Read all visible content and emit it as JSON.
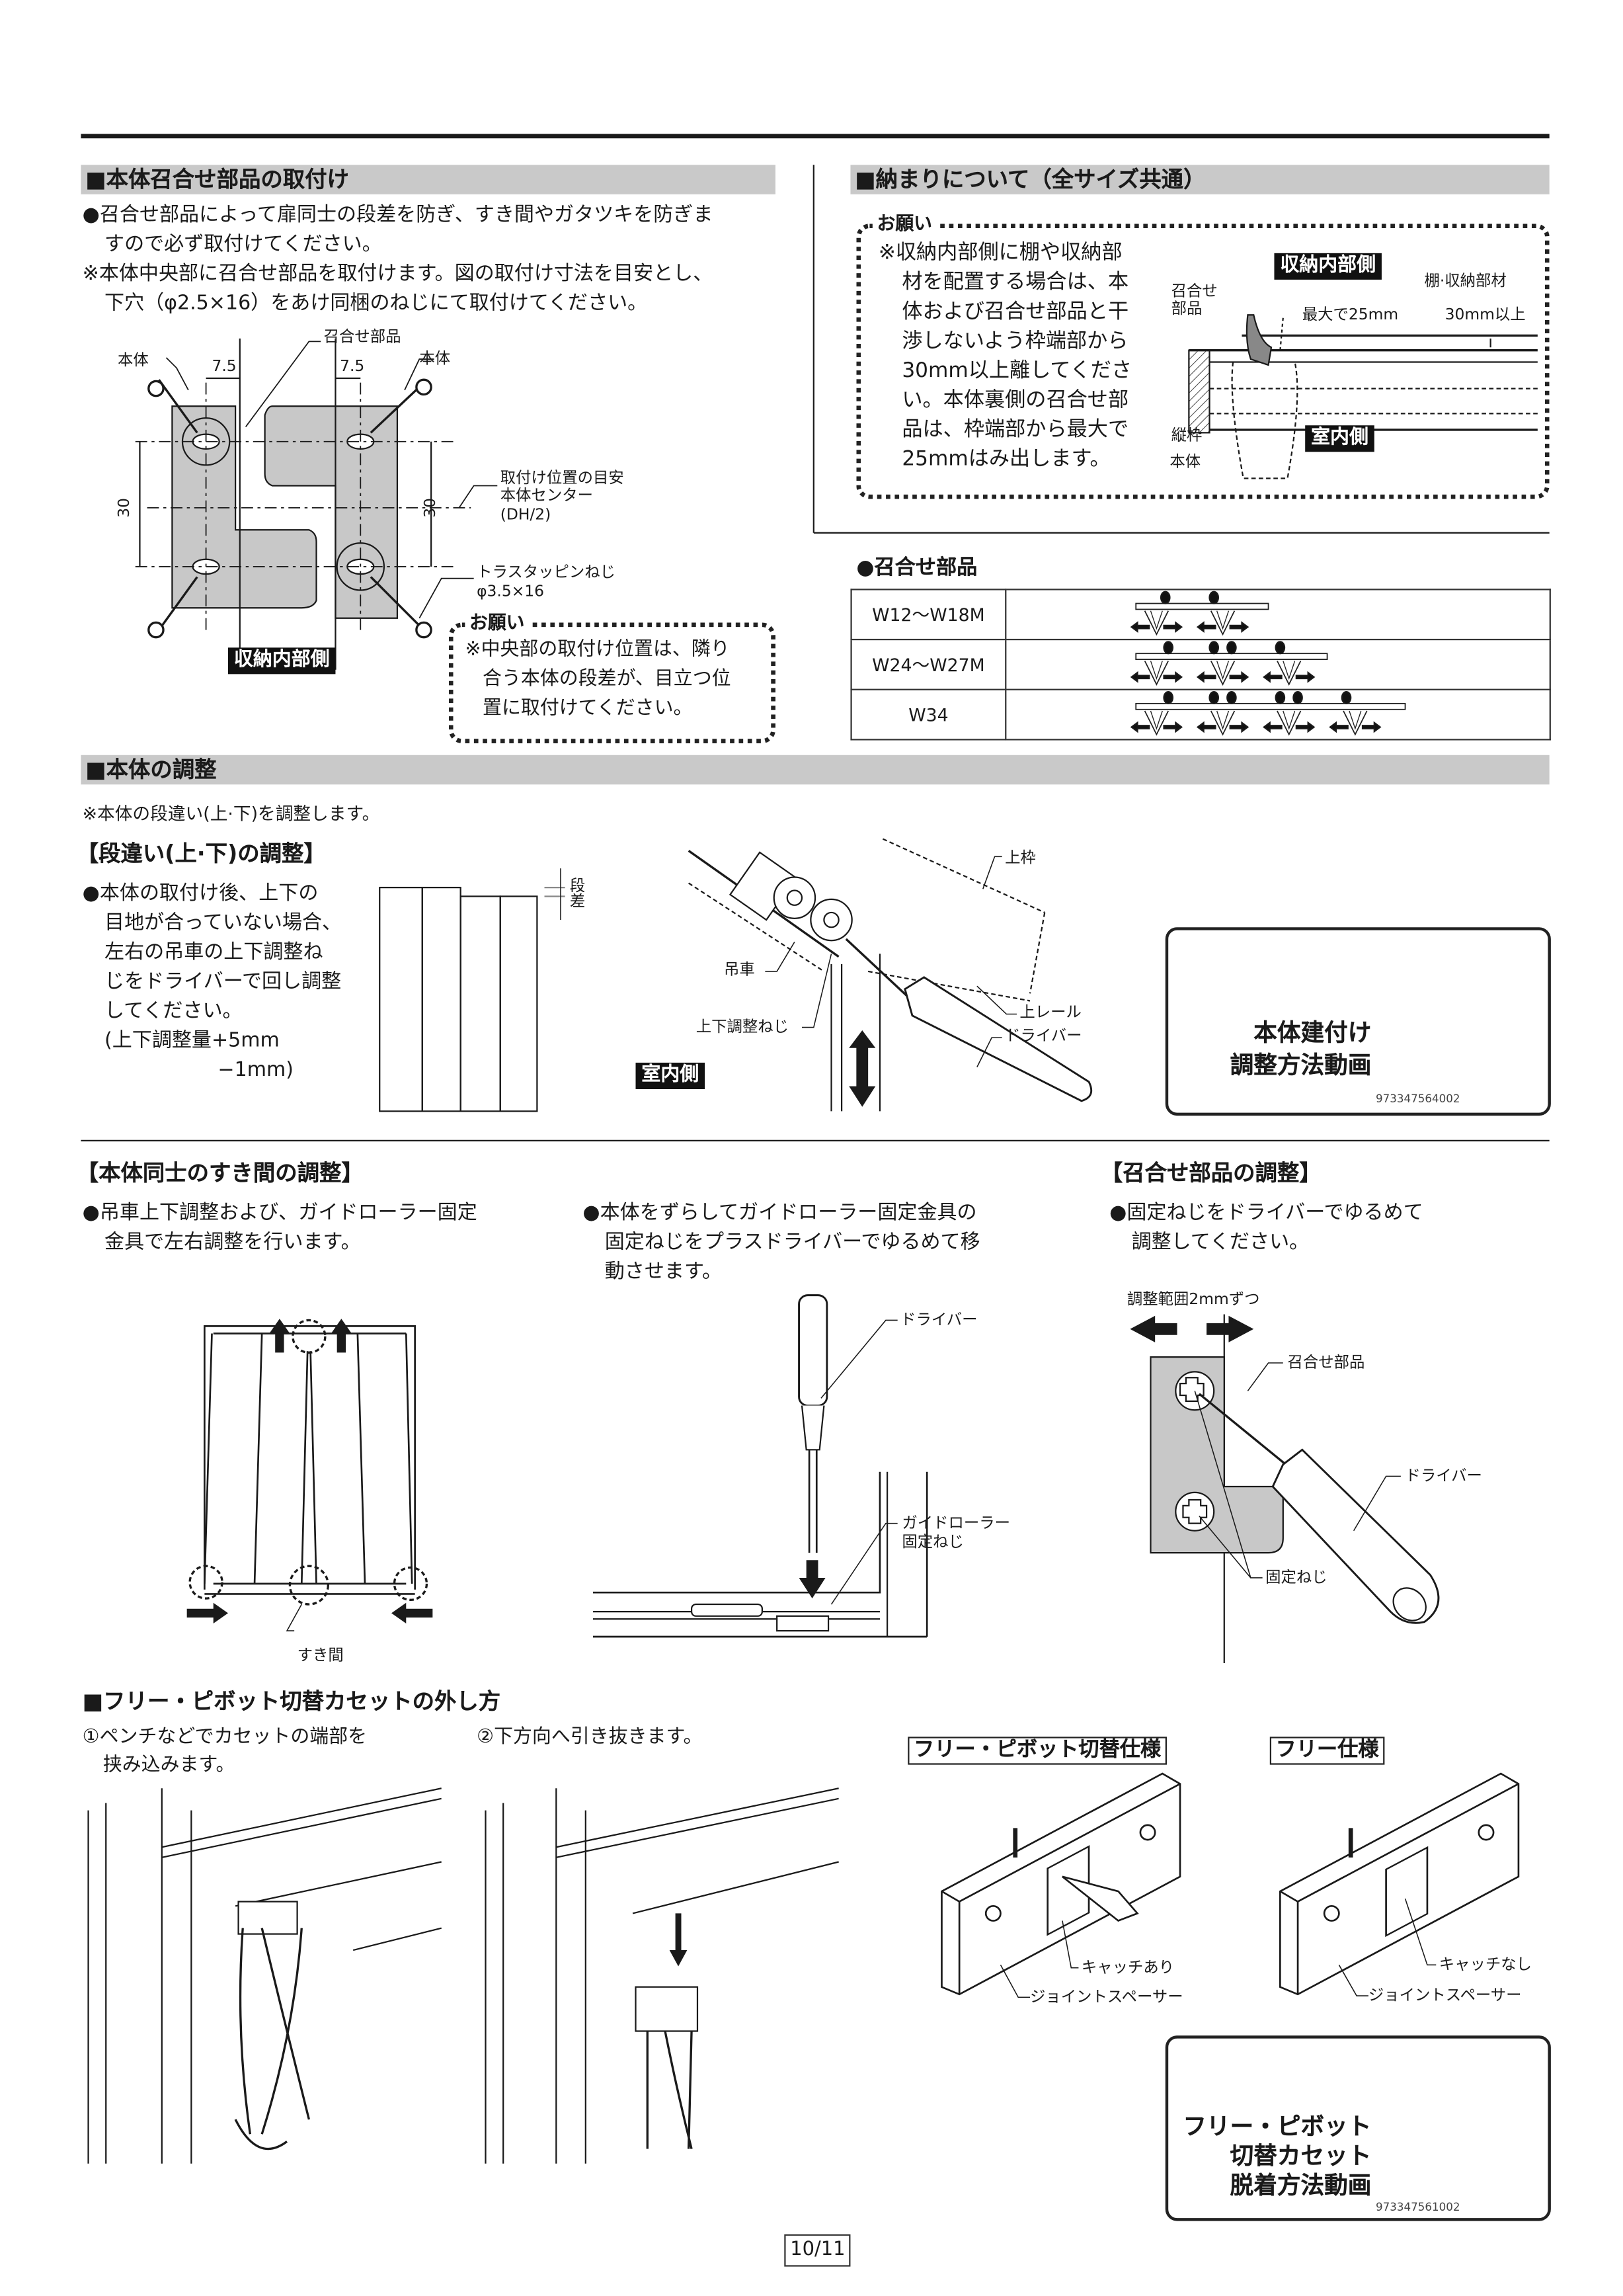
{
  "page_number": "10/11",
  "sec_attach": {
    "title": "■本体召合せ部品の取付け",
    "lines": [
      "●召合せ部品によって扉同士の段差を防ぎ、すき間やガタツキを防ぎま",
      "すので必ず取付けてください。",
      "※本体中央部に召合せ部品を取付けます。図の取付け寸法を目安とし、",
      "下穴（φ2.5×16）をあけ同梱のねじにて取付けてください。"
    ],
    "figure": {
      "body_left": "本体",
      "body_right": "本体",
      "part": "召合せ部品",
      "dim_left": "7.5",
      "dim_right": "7.5",
      "dim_v_left": "30",
      "dim_v_right": "30",
      "guide": [
        "取付け位置の目安",
        "本体センター",
        "(DH/2)"
      ],
      "screw": [
        "トラスタッピンねじ",
        "φ3.5×16"
      ],
      "side": "収納内部側"
    },
    "note": {
      "title": "お願い",
      "lines": [
        "※中央部の取付け位置は、隣り",
        "合う本体の段差が、目立つ位",
        "置に取付けてください。"
      ]
    }
  },
  "sec_fit": {
    "title": "■納まりについて（全サイズ共通）",
    "note_title": "お願い",
    "note_lines": [
      "※収納内部側に棚や収納部",
      "材を配置する場合は、本",
      "体および召合せ部品と干",
      "渉しないよう枠端部から",
      "30mm以上離してくださ",
      "い。本体裏側の召合せ部",
      "品は、枠端部から最大で",
      "25mmはみ出します。"
    ],
    "figure": {
      "inner_side": "収納内部側",
      "shelf": "棚·収納部材",
      "part": [
        "召合せ",
        "部品"
      ],
      "max": "最大で25mm",
      "min": "30mm以上",
      "frame": "縦枠",
      "body": "本体",
      "room_side": "室内側"
    }
  },
  "parts_table": {
    "title": "●召合せ部品",
    "rows": [
      {
        "size": "W12〜W18M",
        "panels": 2,
        "parts": 2
      },
      {
        "size": "W24〜W27M",
        "panels": 3,
        "parts": 4
      },
      {
        "size": "W34",
        "panels": 4,
        "parts": 6
      }
    ]
  },
  "sec_adjust": {
    "title": "■本体の調整",
    "note": "※本体の段違い(上·下)を調整します。",
    "step": {
      "title": "【段違い(上·下)の調整】",
      "lines": [
        "●本体の取付け後、上下の",
        "目地が合っていない場合、",
        "左右の吊車の上下調整ね",
        "じをドライバーで回し調整",
        "してください。",
        "(上下調整量+5mm",
        "−1mm)"
      ],
      "step_label": "段差",
      "roller_labels": {
        "top_frame": "上枠",
        "hanger": "吊車",
        "screw": "上下調整ねじ",
        "rail": "上レール",
        "driver": "ドライバー",
        "room_side": "室内側"
      }
    },
    "qr": {
      "lines": [
        "本体建付け",
        "調整方法動画"
      ],
      "code": "973347564002"
    }
  },
  "sec_gap": {
    "title": "【本体同士のすき間の調整】",
    "col1": [
      "●吊車上下調整および、ガイドローラー固定",
      "金具で左右調整を行います。"
    ],
    "col2": [
      "●本体をずらしてガイドローラー固定金具の",
      "固定ねじをプラスドライバーでゆるめて移",
      "動させます。"
    ],
    "gap_label": "すき間",
    "driver_label": "ドライバー",
    "roller_screw": [
      "ガイドローラー",
      "固定ねじ"
    ]
  },
  "sec_part_adjust": {
    "title": "【召合せ部品の調整】",
    "lines": [
      "●固定ねじをドライバーでゆるめて",
      "調整してください。"
    ],
    "range": "調整範囲2mmずつ",
    "part": "召合せ部品",
    "driver": "ドライバー",
    "screw": "固定ねじ"
  },
  "sec_cassette": {
    "title": "■フリー・ピボット切替カセットの外し方",
    "step1": [
      "①ペンチなどでカセットの端部を",
      "挟み込みます。"
    ],
    "step2": "②下方向へ引き抜きます。",
    "spec_a": {
      "title": "フリー・ピボット切替仕様",
      "catch": "キャッチあり",
      "spacer": "ジョイントスペーサー"
    },
    "spec_b": {
      "title": "フリー仕様",
      "catch": "キャッチなし",
      "spacer": "ジョイントスペーサー"
    },
    "qr": {
      "lines": [
        "フリー・ピボット",
        "切替カセット",
        "脱着方法動画"
      ],
      "code": "973347561002"
    }
  }
}
